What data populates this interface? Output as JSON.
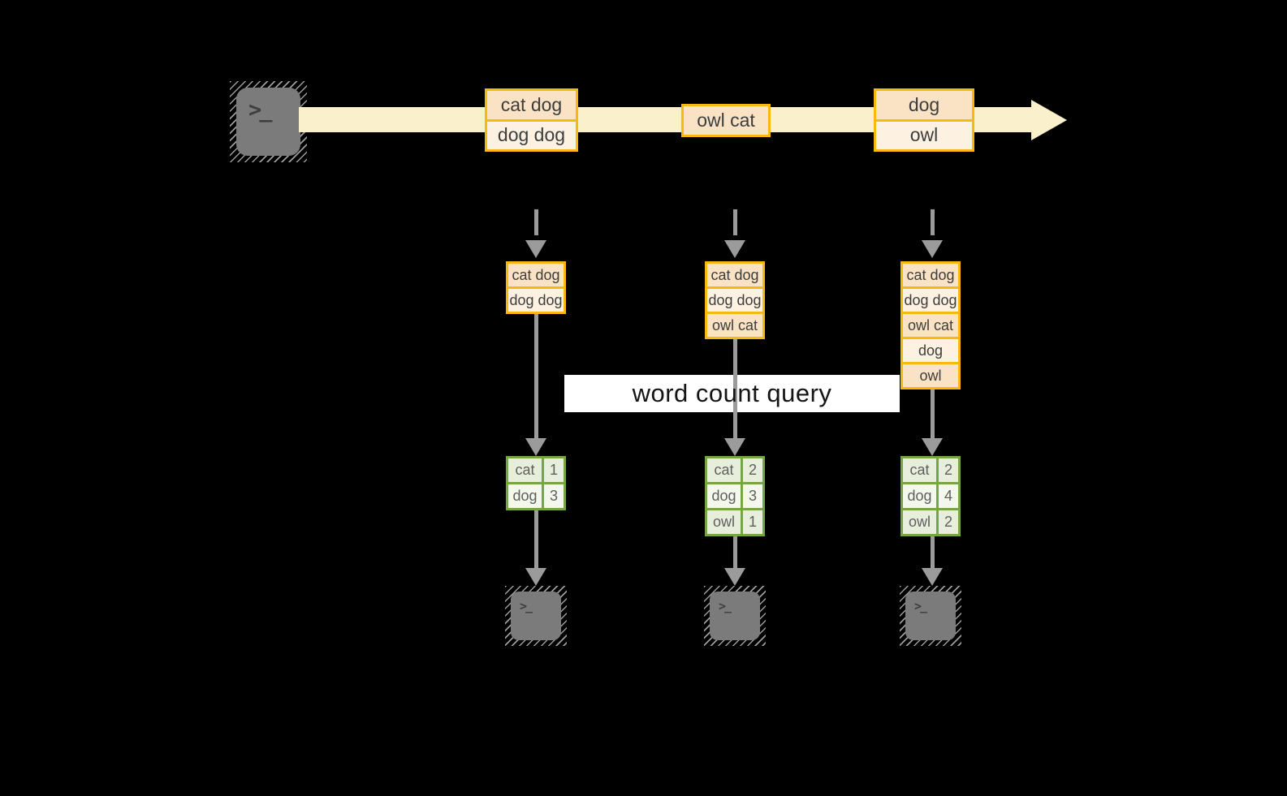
{
  "colors": {
    "background": "#000000",
    "gold": "#F8B90F",
    "peach": "#FAE3C4",
    "cream": "#FDF2E2",
    "band": "#FBF0CC",
    "green": "#74A744",
    "sage": "#E7EEDB",
    "sage_light": "#F3F7EC",
    "arrow_gray": "#9B9B9B",
    "terminal_gray": "#7B7B7B",
    "text_dark": "#3D3D3D",
    "table_text": "#5F5F5F",
    "query_text": "#141414",
    "query_bg": "#FFFFFF"
  },
  "source_terminal": {
    "glyph": ">_"
  },
  "stream": {
    "events": [
      {
        "rows": [
          "cat dog",
          "dog dog"
        ]
      },
      {
        "rows": [
          "owl cat"
        ]
      },
      {
        "rows": [
          "dog",
          "owl"
        ]
      }
    ]
  },
  "query": {
    "label": "word count query"
  },
  "columns": [
    {
      "buffer": [
        "cat dog",
        "dog dog"
      ],
      "counts": [
        {
          "word": "cat",
          "count": "1"
        },
        {
          "word": "dog",
          "count": "3"
        }
      ],
      "terminal_glyph": ">_"
    },
    {
      "buffer": [
        "cat dog",
        "dog dog",
        "owl cat"
      ],
      "counts": [
        {
          "word": "cat",
          "count": "2"
        },
        {
          "word": "dog",
          "count": "3"
        },
        {
          "word": "owl",
          "count": "1"
        }
      ],
      "terminal_glyph": ">_"
    },
    {
      "buffer": [
        "cat dog",
        "dog dog",
        "owl cat",
        "dog",
        "owl"
      ],
      "counts": [
        {
          "word": "cat",
          "count": "2"
        },
        {
          "word": "dog",
          "count": "4"
        },
        {
          "word": "owl",
          "count": "2"
        }
      ],
      "terminal_glyph": ">_"
    }
  ]
}
